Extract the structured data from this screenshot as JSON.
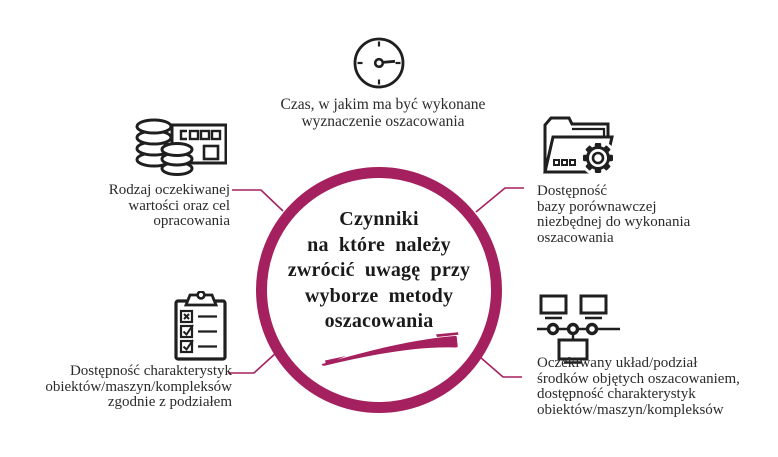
{
  "colors": {
    "accent": "#a5205e",
    "icon_stroke": "#1f1f1f",
    "caption_text": "#2b2b2b",
    "title_text": "#1a1a1a",
    "background": "#ffffff"
  },
  "center": {
    "title_lines": [
      "Czynniki",
      "na które należy",
      "zwrócić uwagę przy",
      "wyborze metody",
      "oszacowania"
    ],
    "decoration": "brush-stroke"
  },
  "nodes": {
    "top": {
      "icon": "clock-icon",
      "lines": [
        "Czas, w jakim ma być wykonane",
        "wyznaczenie oszacowania"
      ]
    },
    "upper_left": {
      "icon": "coins-report-icon",
      "lines": [
        "Rodzaj oczekiwanej",
        "wartości oraz cel",
        "opracowania"
      ]
    },
    "upper_right": {
      "icon": "folder-gear-icon",
      "lines": [
        "Dostępność",
        "bazy porównawczej",
        "niezbędnej do wykonania",
        "oszacowania"
      ]
    },
    "lower_left": {
      "icon": "checklist-clipboard-icon",
      "lines": [
        "Dostępność charakterystyk",
        "obiektów/maszyn/kompleksów",
        "zgodnie z podziałem"
      ]
    },
    "lower_right": {
      "icon": "network-computers-icon",
      "lines": [
        "Oczekiwany układ/podział",
        "środków objętych oszacowaniem,",
        "dostępność charakterystyk",
        "obiektów/maszyn/kompleksów"
      ]
    }
  }
}
